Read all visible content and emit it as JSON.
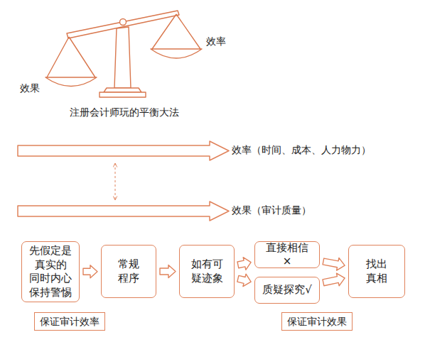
{
  "diagram": {
    "caption": "注册会计师玩的平衡大法",
    "nodes": [
      {
        "text": [
          "先假定是 真实的 同时内心 保持警惕"
        ]
      },
      {
        "text": [
          "常规 程序"
        ]
      },
      {
        "text": [
          "如有可 疑迹象"
        ]
      },
      {
        "text": [
          "直接相信×"
        ]
      },
      {
        "text": [
          "质疑探究√"
        ]
      },
      {
        "text": [
          "找出 真相"
        ]
      },
      {
        "text": [
          "保证审计效率"
        ]
      },
      {
        "text": [
          "保证审计效果"
        ]
      }
    ],
    "edges": [
      {
        "from": 0,
        "to": 1,
        "arrow": "to"
      },
      {
        "from": 1,
        "to": 2,
        "arrow": "to"
      },
      {
        "from": 2,
        "to": 3,
        "arrow": "to"
      },
      {
        "from": 2,
        "to": 4,
        "arrow": "to"
      },
      {
        "from": 3,
        "to": 5,
        "arrow": "to"
      },
      {
        "from": 4,
        "to": 5,
        "arrow": "to"
      }
    ],
    "labels": [
      "效率",
      "效果",
      "效率（时间、成本、人力物力）",
      "效果（审计质量）"
    ]
  }
}
